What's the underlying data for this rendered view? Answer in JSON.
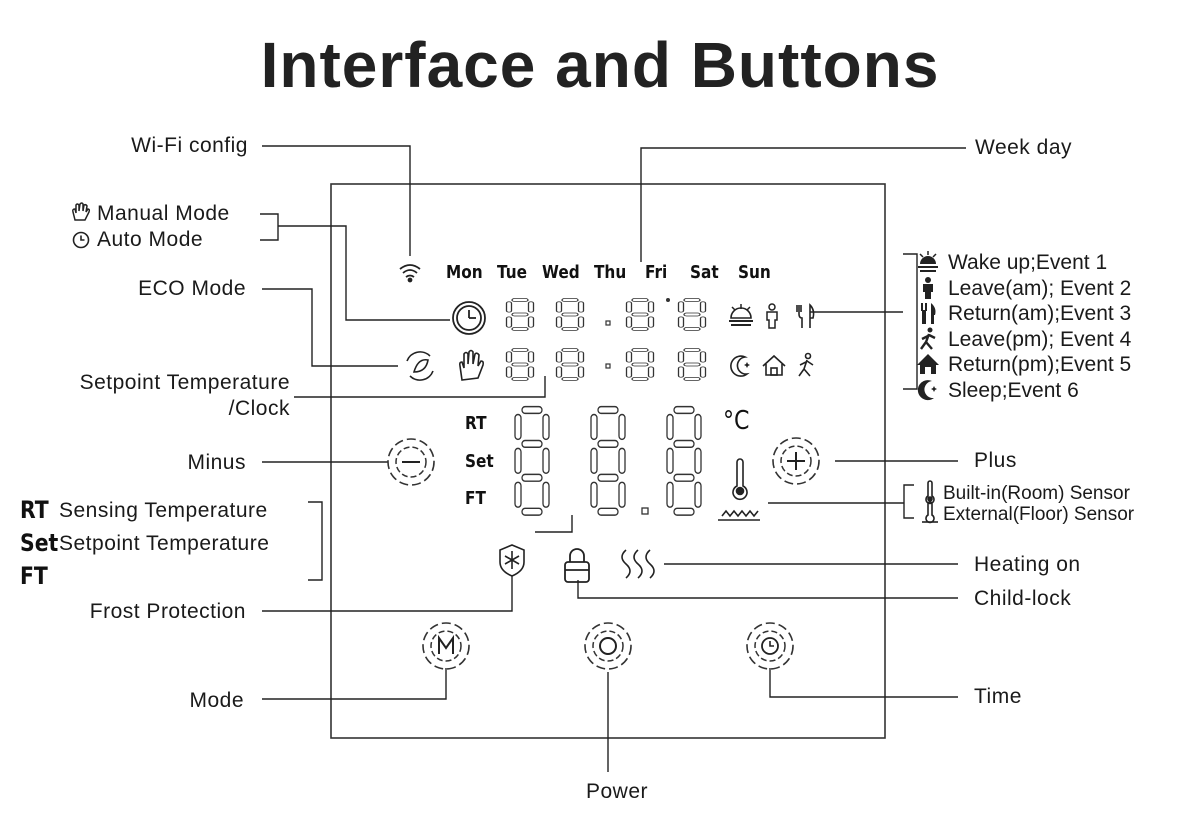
{
  "title": "Interface and Buttons",
  "labels": {
    "wifi_config": "Wi-Fi config",
    "manual_mode": "Manual Mode",
    "auto_mode": "Auto Mode",
    "eco_mode": "ECO Mode",
    "setpoint_clock_1": "Setpoint Temperature",
    "setpoint_clock_2": "/Clock",
    "minus": "Minus",
    "rt_sensing": "Sensing Temperature",
    "set_setpoint": "Setpoint Temperature",
    "frost_protection": "Frost Protection",
    "mode": "Mode",
    "power": "Power",
    "week_day": "Week day",
    "plus": "Plus",
    "heating_on": "Heating on",
    "child_lock": "Child-lock",
    "time": "Time"
  },
  "tags": {
    "rt": "RT",
    "set": "Set",
    "ft": "FT"
  },
  "days": [
    "Mon",
    "Tue",
    "Wed",
    "Thu",
    "Fri",
    "Sat",
    "Sun"
  ],
  "events": [
    {
      "label": "Wake up;Event 1",
      "icon": "sunrise-icon"
    },
    {
      "label": "Leave(am); Event 2",
      "icon": "person-standing-icon"
    },
    {
      "label": "Return(am);Event 3",
      "icon": "fork-knife-icon"
    },
    {
      "label": "Leave(pm); Event 4",
      "icon": "person-walking-icon"
    },
    {
      "label": "Return(pm);Event 5",
      "icon": "house-icon"
    },
    {
      "label": "Sleep;Event 6",
      "icon": "moon-icon"
    }
  ],
  "sensors": [
    {
      "label": "Built-in(Room) Sensor",
      "icon": "thermometer-icon"
    },
    {
      "label": "External(Floor) Sensor",
      "icon": "floor-thermometer-icon"
    }
  ],
  "lcd": {
    "rt": "RT",
    "set": "Set",
    "ft": "FT",
    "celsius": "°C"
  }
}
